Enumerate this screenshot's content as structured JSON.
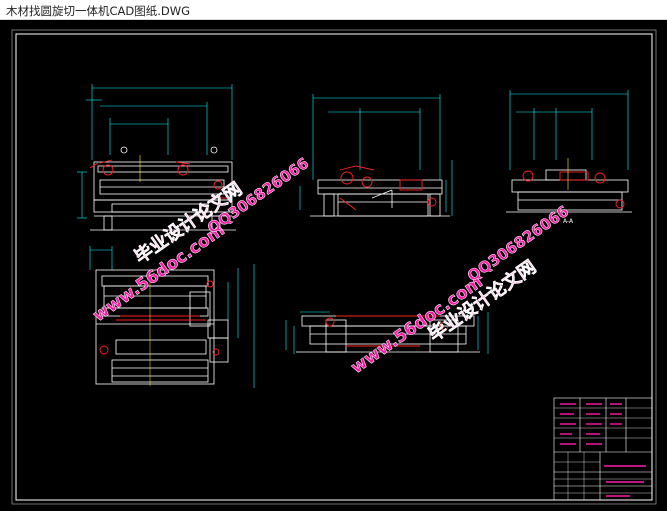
{
  "window": {
    "title": "木材找圆旋切一体机CAD图纸.DWG"
  },
  "watermarks": {
    "left_site": "www.56doc.com",
    "left_title": "毕业设计论文网",
    "left_qq": "QQ306826066",
    "right_site": "www.56doc.com",
    "right_title": "毕业设计论文网",
    "right_qq": "QQ306826066"
  },
  "section_label": "A-A",
  "colors": {
    "background": "#000000",
    "lines": "#ffffff",
    "dimensions": "#00ffff",
    "parts": "#ff2020",
    "center": "#ffff00",
    "watermark": "#ff1ba8",
    "border": "#ffffff"
  }
}
